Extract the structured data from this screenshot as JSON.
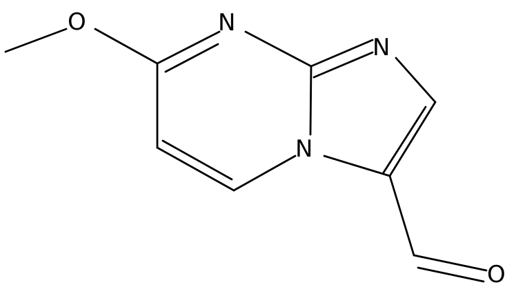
{
  "atoms": {
    "o_methoxy": "O",
    "n_top": "N",
    "n_imidazole": "N",
    "n_bridge": "N",
    "o_aldehyde": "O"
  }
}
